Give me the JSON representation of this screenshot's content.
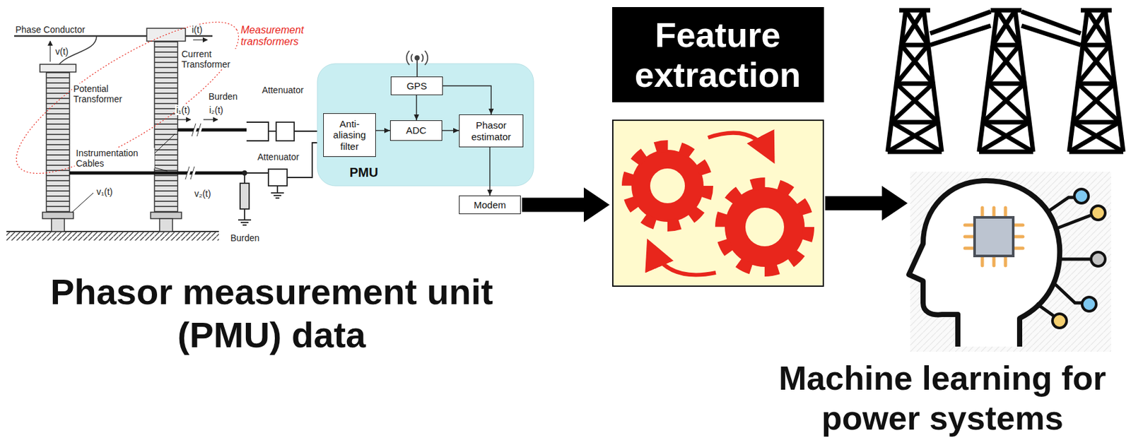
{
  "diagram": {
    "nodes": [
      {
        "text": [
          "PMU"
        ]
      },
      {
        "text": [
          "GPS"
        ],
        "in": 0
      },
      {
        "text": [
          "Anti-aliasing filter"
        ],
        "in": 0
      },
      {
        "text": [
          "ADC"
        ],
        "in": 0
      },
      {
        "text": [
          "Phasor estimator"
        ],
        "in": 0
      },
      {
        "text": [
          "Modem"
        ]
      },
      {
        "text": [
          "Feature extraction"
        ]
      },
      {
        "text": [
          "Machine learning for power systems"
        ]
      }
    ],
    "edges": [
      {
        "from": 1,
        "to": 3,
        "arrow": "to"
      },
      {
        "from": 1,
        "to": 4,
        "arrow": "to"
      },
      {
        "from": 2,
        "to": 3,
        "arrow": "to"
      },
      {
        "from": 3,
        "to": 4,
        "arrow": "to"
      },
      {
        "from": 4,
        "to": 5,
        "arrow": "to"
      },
      {
        "from": 5,
        "to": 6,
        "arrow": "to"
      },
      {
        "from": 6,
        "to": 7,
        "arrow": "to"
      }
    ],
    "labels": [
      "Phase Conductor",
      "i(t)",
      "Measurement transformers",
      "v(t)",
      "Current Transformer",
      "Potential Transformer",
      "Attenuator",
      "i₁(t)",
      "i₂(t)",
      "Burden",
      "Instrumentation Cables",
      "Attenuator",
      "v₁(t)",
      "v₂(t)",
      "Burden",
      "Phasor measurement unit (PMU) data"
    ]
  }
}
